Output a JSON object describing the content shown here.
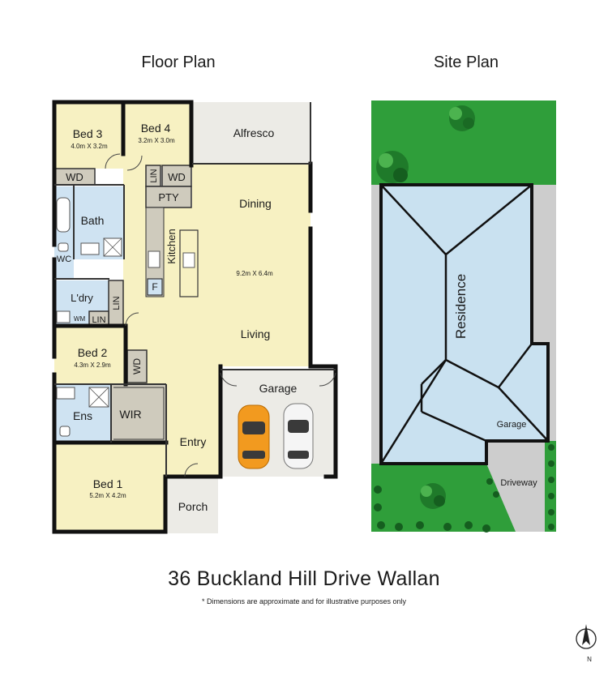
{
  "headings": {
    "floor_plan": "Floor Plan",
    "site_plan": "Site Plan"
  },
  "rooms": {
    "bed3": "Bed 3",
    "bed3_dim": "4.0m X 3.2m",
    "bed4": "Bed 4",
    "bed4_dim": "3.2m X 3.0m",
    "alfresco": "Alfresco",
    "wd": "WD",
    "lin": "LIN",
    "pty": "PTY",
    "dining": "Dining",
    "kitchen": "Kitchen",
    "living_dim": "9.2m X 6.4m",
    "bath": "Bath",
    "wc": "WC",
    "fridge": "F",
    "laundry": "L'dry",
    "wm": "WM",
    "living": "Living",
    "bed2": "Bed 2",
    "bed2_dim": "4.3m X 2.9m",
    "garage": "Garage",
    "ens": "Ens",
    "wir": "WIR",
    "entry": "Entry",
    "bed1": "Bed 1",
    "bed1_dim": "5.2m X 4.2m",
    "porch": "Porch"
  },
  "site": {
    "residence": "Residence",
    "garage": "Garage",
    "driveway": "Driveway"
  },
  "address": "36 Buckland Hill Drive Wallan",
  "disclaimer": "* Dimensions are approximate and for illustrative purposes only",
  "compass": {
    "label": "N"
  },
  "colors": {
    "living_fill": "#f7f1c2",
    "wet_fill": "#cfe3f2",
    "bed_fill": "#f7f1c2",
    "grey_room": "#cfcbbd",
    "outdoor": "#ecebe6",
    "roof": "#c9e1f0",
    "lawn": "#2f9e3a",
    "paving": "#cdcdcd",
    "car_orange": "#f29a1f"
  }
}
